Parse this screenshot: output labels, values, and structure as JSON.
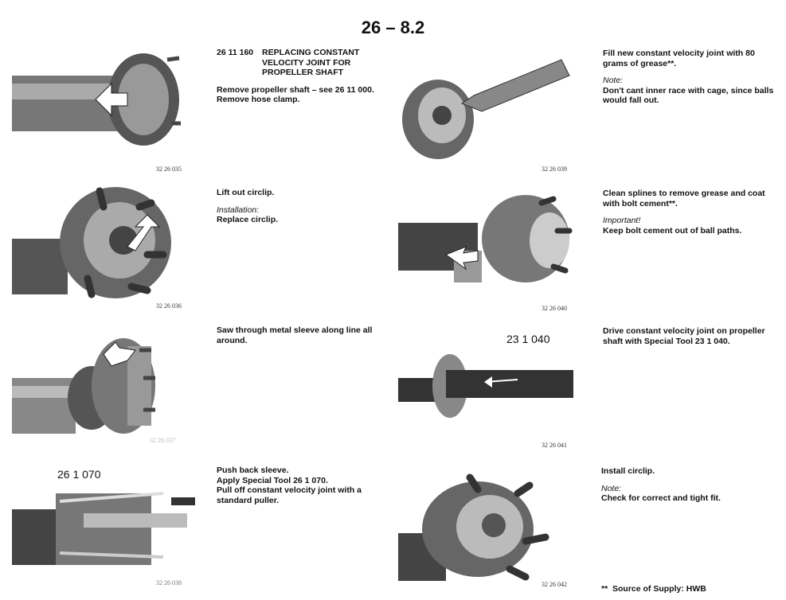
{
  "page_number": "26 – 8.2",
  "steps": [
    {
      "caption": "32 26 035",
      "heading_num": "26 11 160",
      "heading": "REPLACING CONSTANT VELOCITY JOINT FOR PROPELLER SHAFT",
      "lines": [
        "Remove propeller shaft – see 26 11 000.",
        "Remove hose clamp."
      ]
    },
    {
      "caption": "32 26 036",
      "text": "Lift out circlip.",
      "label": "Installation:",
      "sub": "Replace circlip."
    },
    {
      "caption": "32 26 037",
      "text": "Saw through metal sleeve along line all around."
    },
    {
      "caption": "32 26 038",
      "photo_label": "26 1 070",
      "lines": [
        "Push back sleeve.",
        "Apply Special Tool 26 1 070.",
        "Pull off constant velocity joint with a standard puller."
      ]
    },
    {
      "caption": "32 26 039",
      "text": "Fill new constant velocity joint with 80 grams of grease**.",
      "label": "Note:",
      "sub": "Don't cant inner race with cage, since balls would fall out."
    },
    {
      "caption": "32 26 040",
      "text": "Clean splines to remove grease and coat with bolt cement**.",
      "label": "Important!",
      "sub": "Keep bolt cement out of ball paths."
    },
    {
      "caption": "32 26 041",
      "photo_label": "23 1 040",
      "text": "Drive constant velocity joint on propeller shaft with Special Tool 23 1 040."
    },
    {
      "caption": "32 26 042",
      "text": "Install circlip.",
      "label": "Note:",
      "sub": "Check for correct and tight fit."
    }
  ],
  "footnote": "**  Source of Supply: HWB"
}
